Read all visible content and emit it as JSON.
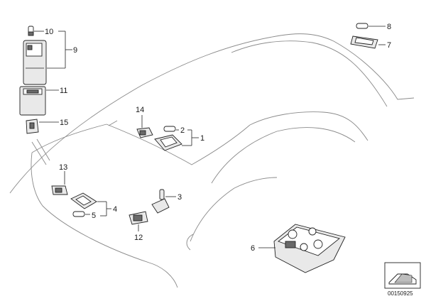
{
  "callouts": [
    {
      "id": "c1",
      "text": "1"
    },
    {
      "id": "c2",
      "text": "2"
    },
    {
      "id": "c3",
      "text": "3"
    },
    {
      "id": "c4",
      "text": "4"
    },
    {
      "id": "c5",
      "text": "5"
    },
    {
      "id": "c6",
      "text": "6"
    },
    {
      "id": "c7",
      "text": "7"
    },
    {
      "id": "c8",
      "text": "8"
    },
    {
      "id": "c9",
      "text": "9"
    },
    {
      "id": "c10",
      "text": "10"
    },
    {
      "id": "c11",
      "text": "11"
    },
    {
      "id": "c12",
      "text": "12"
    },
    {
      "id": "c13",
      "text": "13"
    },
    {
      "id": "c14",
      "text": "14"
    },
    {
      "id": "c15",
      "text": "15"
    }
  ],
  "diagram_code": "00150925"
}
